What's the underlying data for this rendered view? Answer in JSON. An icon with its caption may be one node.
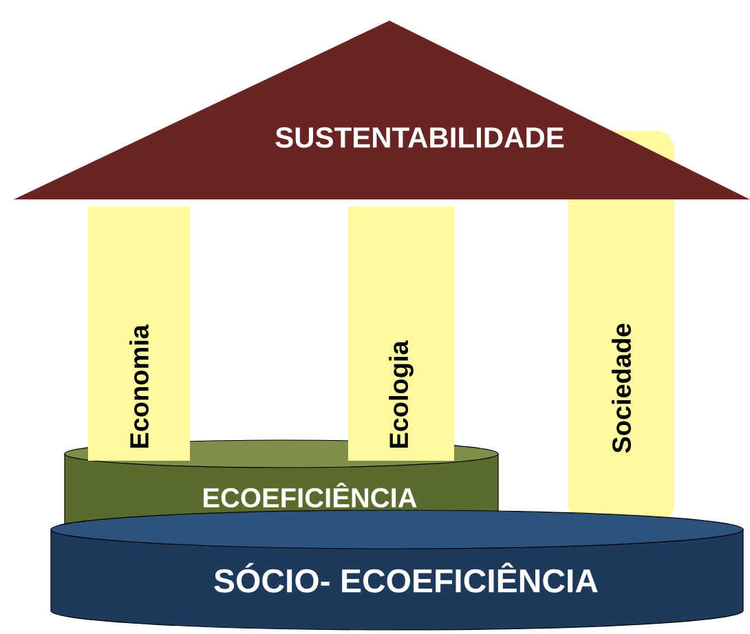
{
  "diagram": {
    "nodes": [
      {
        "text": [
          "SUSTENTABILIDADE"
        ]
      },
      {
        "text": [
          "Economia"
        ]
      },
      {
        "text": [
          "Ecologia"
        ]
      },
      {
        "text": [
          "Sociedade"
        ]
      },
      {
        "text": [
          "ECOEFICIÊNCIA"
        ]
      },
      {
        "text": [
          "SÓCIO- ECOEFICIÊNCIA"
        ]
      }
    ]
  }
}
